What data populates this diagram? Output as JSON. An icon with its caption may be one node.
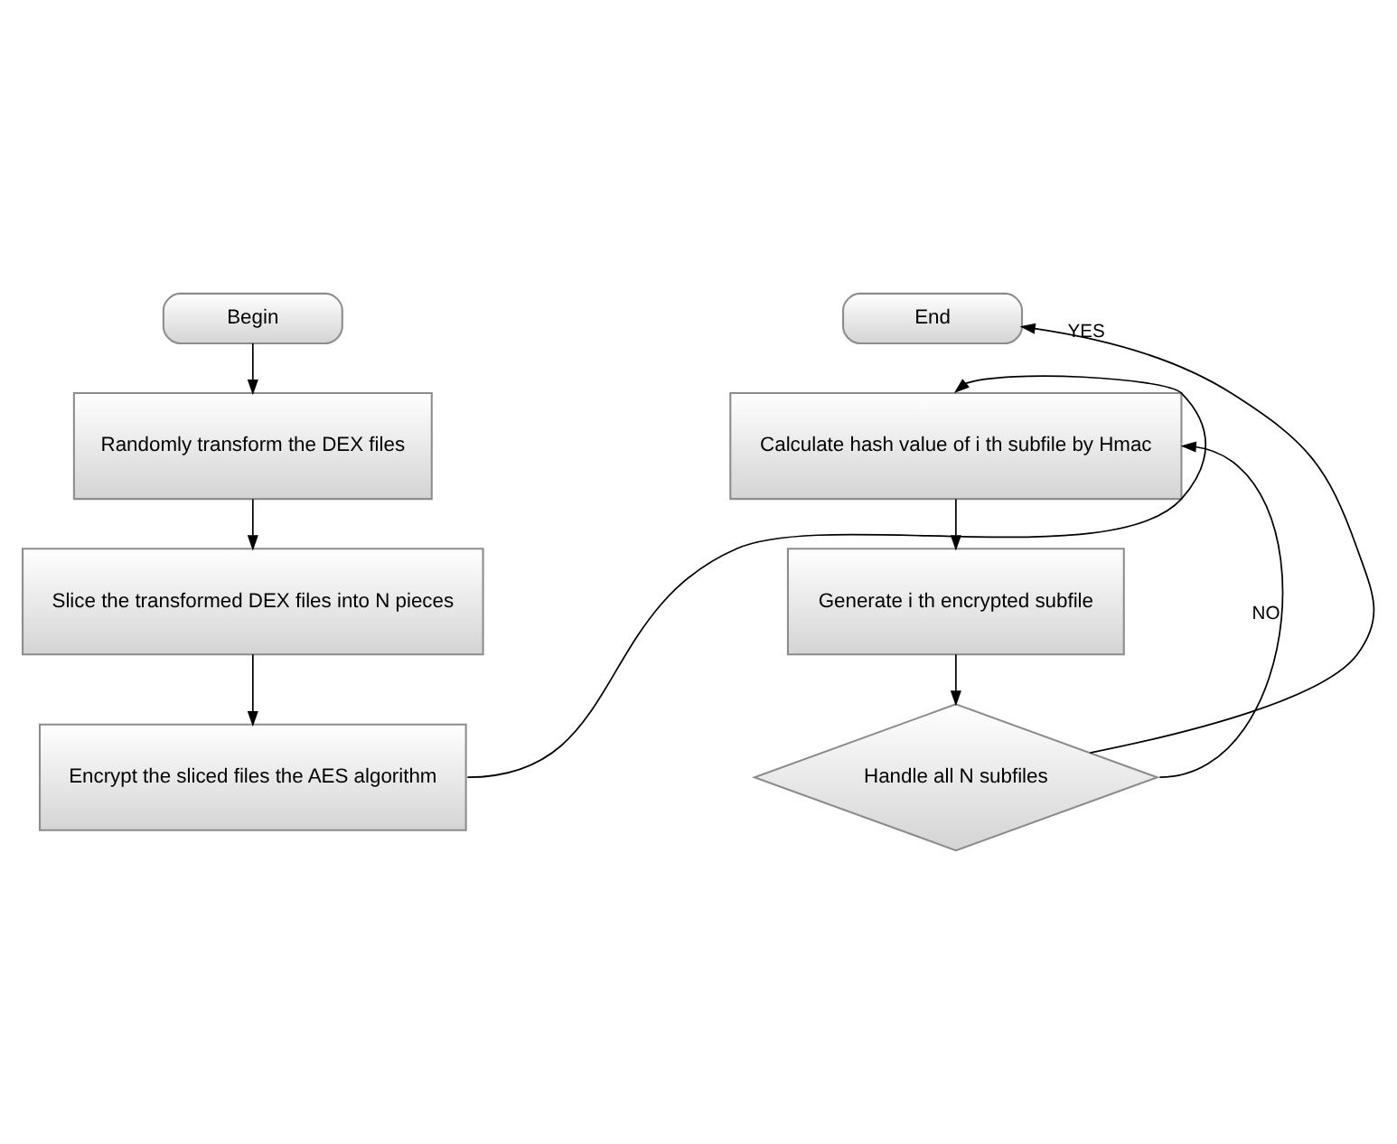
{
  "diagram": {
    "nodes": [
      {
        "text": [
          "Begin"
        ]
      },
      {
        "text": [
          "Randomly transform the DEX files"
        ]
      },
      {
        "text": [
          "Slice the transformed DEX files into N pieces"
        ]
      },
      {
        "text": [
          "Encrypt the sliced files the AES algorithm"
        ]
      },
      {
        "text": [
          "Calculate hash value of i th subfile by Hmac"
        ]
      },
      {
        "text": [
          "Generate i th encrypted subfile"
        ]
      },
      {
        "text": [
          "Handle all N subfiles"
        ]
      },
      {
        "text": [
          "End"
        ]
      }
    ],
    "edges": [
      {
        "from": 0,
        "to": 1,
        "arrow": "to"
      },
      {
        "from": 1,
        "to": 2,
        "arrow": "to"
      },
      {
        "from": 2,
        "to": 3,
        "arrow": "to"
      },
      {
        "from": 3,
        "to": 4,
        "arrow": "to"
      },
      {
        "from": 4,
        "to": 5,
        "arrow": "to"
      },
      {
        "from": 5,
        "to": 6,
        "arrow": "to"
      },
      {
        "from": 6,
        "to": 4,
        "arrow": "to",
        "label": "NO"
      },
      {
        "from": 6,
        "to": 7,
        "arrow": "to",
        "label": "YES"
      }
    ]
  }
}
